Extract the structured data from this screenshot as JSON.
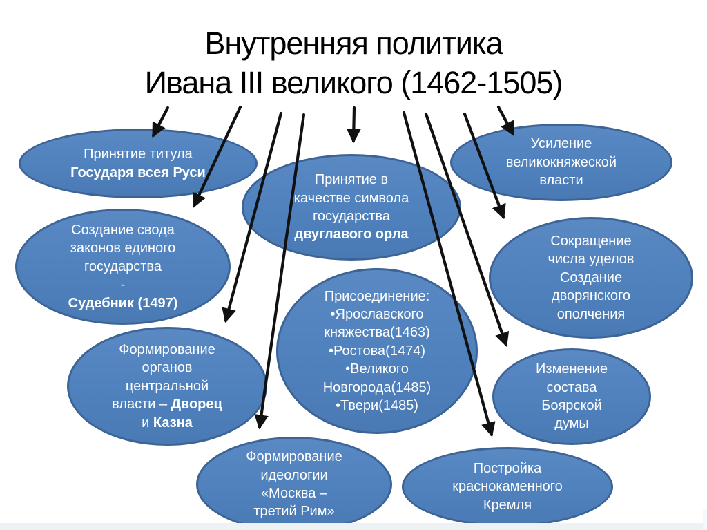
{
  "title": {
    "line1": "Внутренняя политика",
    "line2": "Ивана III великого (1462-1505)"
  },
  "colors": {
    "ellipse_fill": "#4f81bd",
    "ellipse_border": "#3d6496",
    "ellipse_text": "#ffffff",
    "title_text": "#000000",
    "arrow": "#111111",
    "page_edge": "#eff2f4"
  },
  "ellipses": {
    "title_adoption": {
      "line1": "Принятие титула",
      "line2": "Государя всея Руси"
    },
    "law_code": {
      "line1": "Создание свода",
      "line2": "законов единого",
      "line3": "государства",
      "line4": "-",
      "line5": "Судебник (1497)"
    },
    "eagle_symbol": {
      "line1": "Принятие в",
      "line2": "качестве символа",
      "line3": "государства",
      "line4": "двуглавого орла"
    },
    "grand_power": {
      "line1": "Усиление",
      "line2": "великокняжеской",
      "line3": "власти"
    },
    "udel_reduction": {
      "line1": "Сокращение",
      "line2": "числа уделов",
      "line3": "Создание",
      "line4": "дворянского",
      "line5": "ополчения"
    },
    "annexation": {
      "line1": "Присоединение:",
      "line2": "•Ярославского",
      "line3": "княжества(1463)",
      "line4": "•Ростова(1474)",
      "line5": "•Великого",
      "line6": "Новгорода(1485)",
      "line7": "•Твери(1485)"
    },
    "central_organs": {
      "line1": "Формирование",
      "line2": "органов",
      "line3": "центральной",
      "line4a": "власти – ",
      "line4b": "Дворец",
      "line5a": "и ",
      "line5b": "Казна"
    },
    "boyar_duma": {
      "line1": "Изменение",
      "line2": "состава",
      "line3": "Боярской",
      "line4": "думы"
    },
    "ideology": {
      "line1": "Формирование",
      "line2": "идеологии",
      "line3": "«Москва –",
      "line4": "третий Рим»"
    },
    "kremlin": {
      "line1": "Постройка",
      "line2": "краснокаменного",
      "line3": "Кремля"
    }
  }
}
